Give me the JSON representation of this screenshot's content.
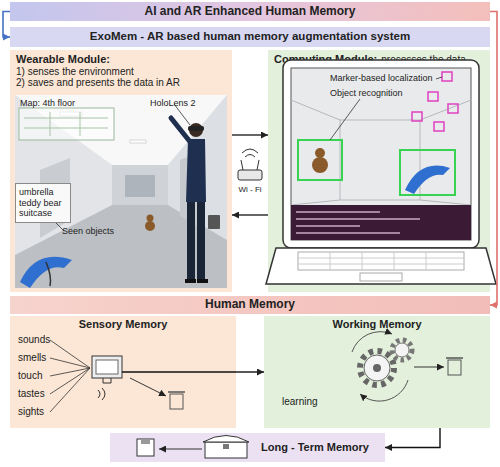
{
  "diagram": {
    "nodes": [
      {
        "text": [
          "AI and AR Enhanced Human Memory"
        ]
      },
      {
        "text": [
          "ExoMem - AR based human memory augmentation system"
        ]
      },
      {
        "text": [
          "Wearable Module:",
          "1) senses the environment",
          "2) saves and presents the data in AR"
        ]
      },
      {
        "text": [
          "umbrella teddy bear suitcase"
        ],
        "in": 2
      },
      {
        "text": [
          "Computing Module:",
          "processes the data"
        ]
      },
      {
        "text": [
          "Human Memory"
        ]
      },
      {
        "text": [
          "Sensory Memory"
        ]
      },
      {
        "text": [
          "Working Memory"
        ]
      },
      {
        "text": [
          "Long - Term Memory"
        ]
      }
    ],
    "edges": [
      {
        "from": 0,
        "to": 1,
        "arrow": "to"
      },
      {
        "from": 0,
        "to": 5,
        "arrow": "to"
      },
      {
        "from": 2,
        "to": 4,
        "arrow": "to"
      },
      {
        "from": 4,
        "to": 2,
        "arrow": "to"
      },
      {
        "from": 6,
        "to": 7,
        "arrow": "to"
      },
      {
        "from": 7,
        "to": 8,
        "arrow": "to"
      }
    ],
    "labels": [
      "Map: 4th floor",
      "HoloLens 2",
      "Seen objects",
      "Marker-based localization",
      "Object recognition",
      "Wi - Fi",
      "sounds",
      "smells",
      "touch",
      "tastes",
      "sights",
      "learning"
    ]
  }
}
